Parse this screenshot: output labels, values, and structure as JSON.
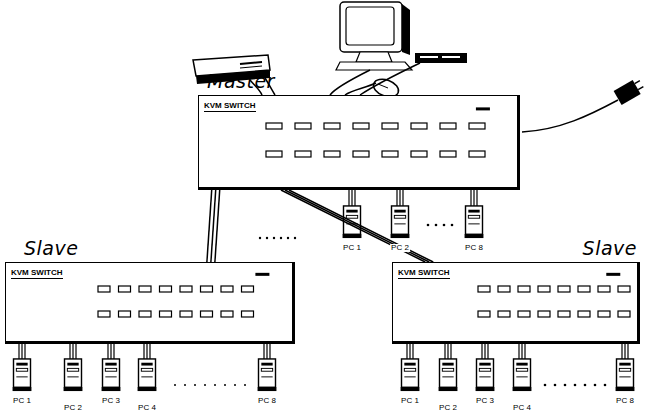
{
  "diagram": {
    "nodes": [
      {
        "text": [
          "Master",
          "KVM SWITCH"
        ]
      },
      {
        "text": [
          "Slave",
          "KVM SWITCH"
        ]
      },
      {
        "text": [
          "Slave",
          "KVM SWITCH"
        ]
      }
    ],
    "edges": [
      {
        "from": 0,
        "to": 1,
        "arrow": "none"
      },
      {
        "from": 0,
        "to": 2,
        "arrow": "none"
      }
    ],
    "labels": [
      "PC 1",
      "PC 2",
      "PC 8",
      "PC 1",
      "PC 2",
      "PC 3",
      "PC 4",
      "PC 8",
      "PC 1",
      "PC 2",
      "PC 3",
      "PC 4",
      "PC 8"
    ]
  }
}
